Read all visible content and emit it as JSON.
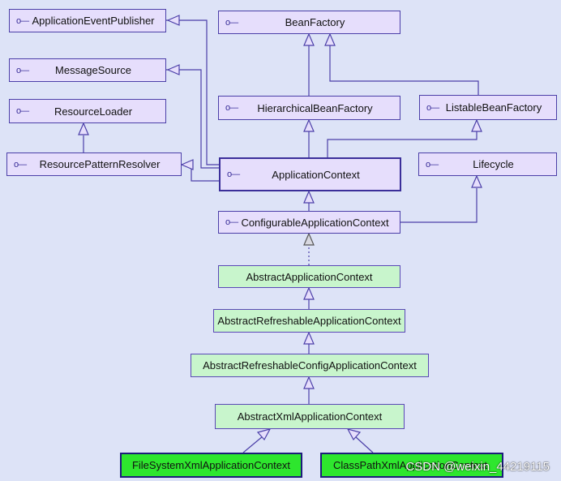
{
  "nodes": {
    "application_event_publisher": "ApplicationEventPublisher",
    "message_source": "MessageSource",
    "resource_loader": "ResourceLoader",
    "resource_pattern_resolver": "ResourcePatternResolver",
    "bean_factory": "BeanFactory",
    "hierarchical_bean_factory": "HierarchicalBeanFactory",
    "listable_bean_factory": "ListableBeanFactory",
    "application_context": "ApplicationContext",
    "lifecycle": "Lifecycle",
    "configurable_application_context": "ConfigurableApplicationContext",
    "abstract_application_context": "AbstractApplicationContext",
    "abstract_refreshable_application_context": "AbstractRefreshableApplicationContext",
    "abstract_refreshable_config_application_context": "AbstractRefreshableConfigApplicationContext",
    "abstract_xml_application_context": "AbstractXmlApplicationContext",
    "file_system_xml_application_context": "FileSystemXmlApplicationContext",
    "class_path_xml_application_context": "ClassPathXmlApplicationContext"
  },
  "interface_marker": "o—",
  "watermark": "CSDN @weixin_44219115",
  "colors": {
    "background": "#dde3f7",
    "interface_fill": "#e6defc",
    "abstract_fill": "#c8f5cc",
    "concrete_fill": "#2ee62e",
    "line": "#4b3fa8"
  }
}
